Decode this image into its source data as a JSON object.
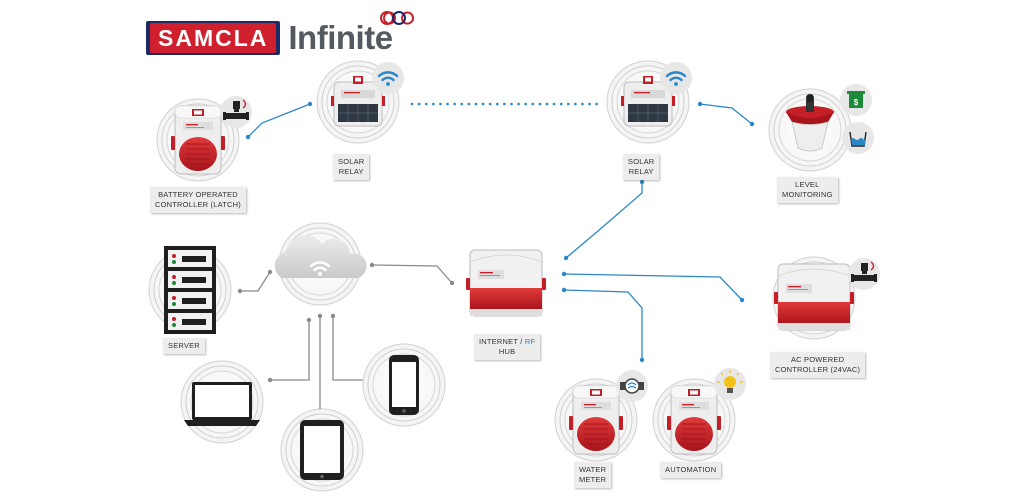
{
  "brand": {
    "name": "SAMCLA",
    "product": "Infinite"
  },
  "labels": {
    "battery_controller": [
      "BATTERY OPERATED",
      "CONTROLLER (LATCH)"
    ],
    "solar_relay_1": [
      "SOLAR",
      "RELAY"
    ],
    "solar_relay_2": [
      "SOLAR",
      "RELAY"
    ],
    "level_monitoring": [
      "LEVEL",
      "MONITORING"
    ],
    "server": "SERVER",
    "hub": {
      "line1_prefix": "INTERNET / ",
      "line1_highlight": "RF",
      "line2": "HUB"
    },
    "ac_controller": [
      "AC POWERED",
      "CONTROLLER (24Vac)"
    ],
    "water_meter": [
      "WATER",
      "METER"
    ],
    "automation": "AUTOMATION"
  },
  "colors": {
    "link_blue": "#2a88c8",
    "link_grey": "#8a8a8a",
    "device_red": "#c41e26",
    "device_body": "#f1f1f1",
    "brand_navy": "#1c2a66",
    "brand_red": "#d0202e",
    "rf_highlight": "#2a77c9"
  },
  "icons": [
    "wifi-icon",
    "valve-icon",
    "bin-icon",
    "water-icon",
    "bulb-icon",
    "meter-icon",
    "cloud-icon",
    "server-icon",
    "laptop-icon",
    "tablet-icon",
    "phone-icon"
  ]
}
